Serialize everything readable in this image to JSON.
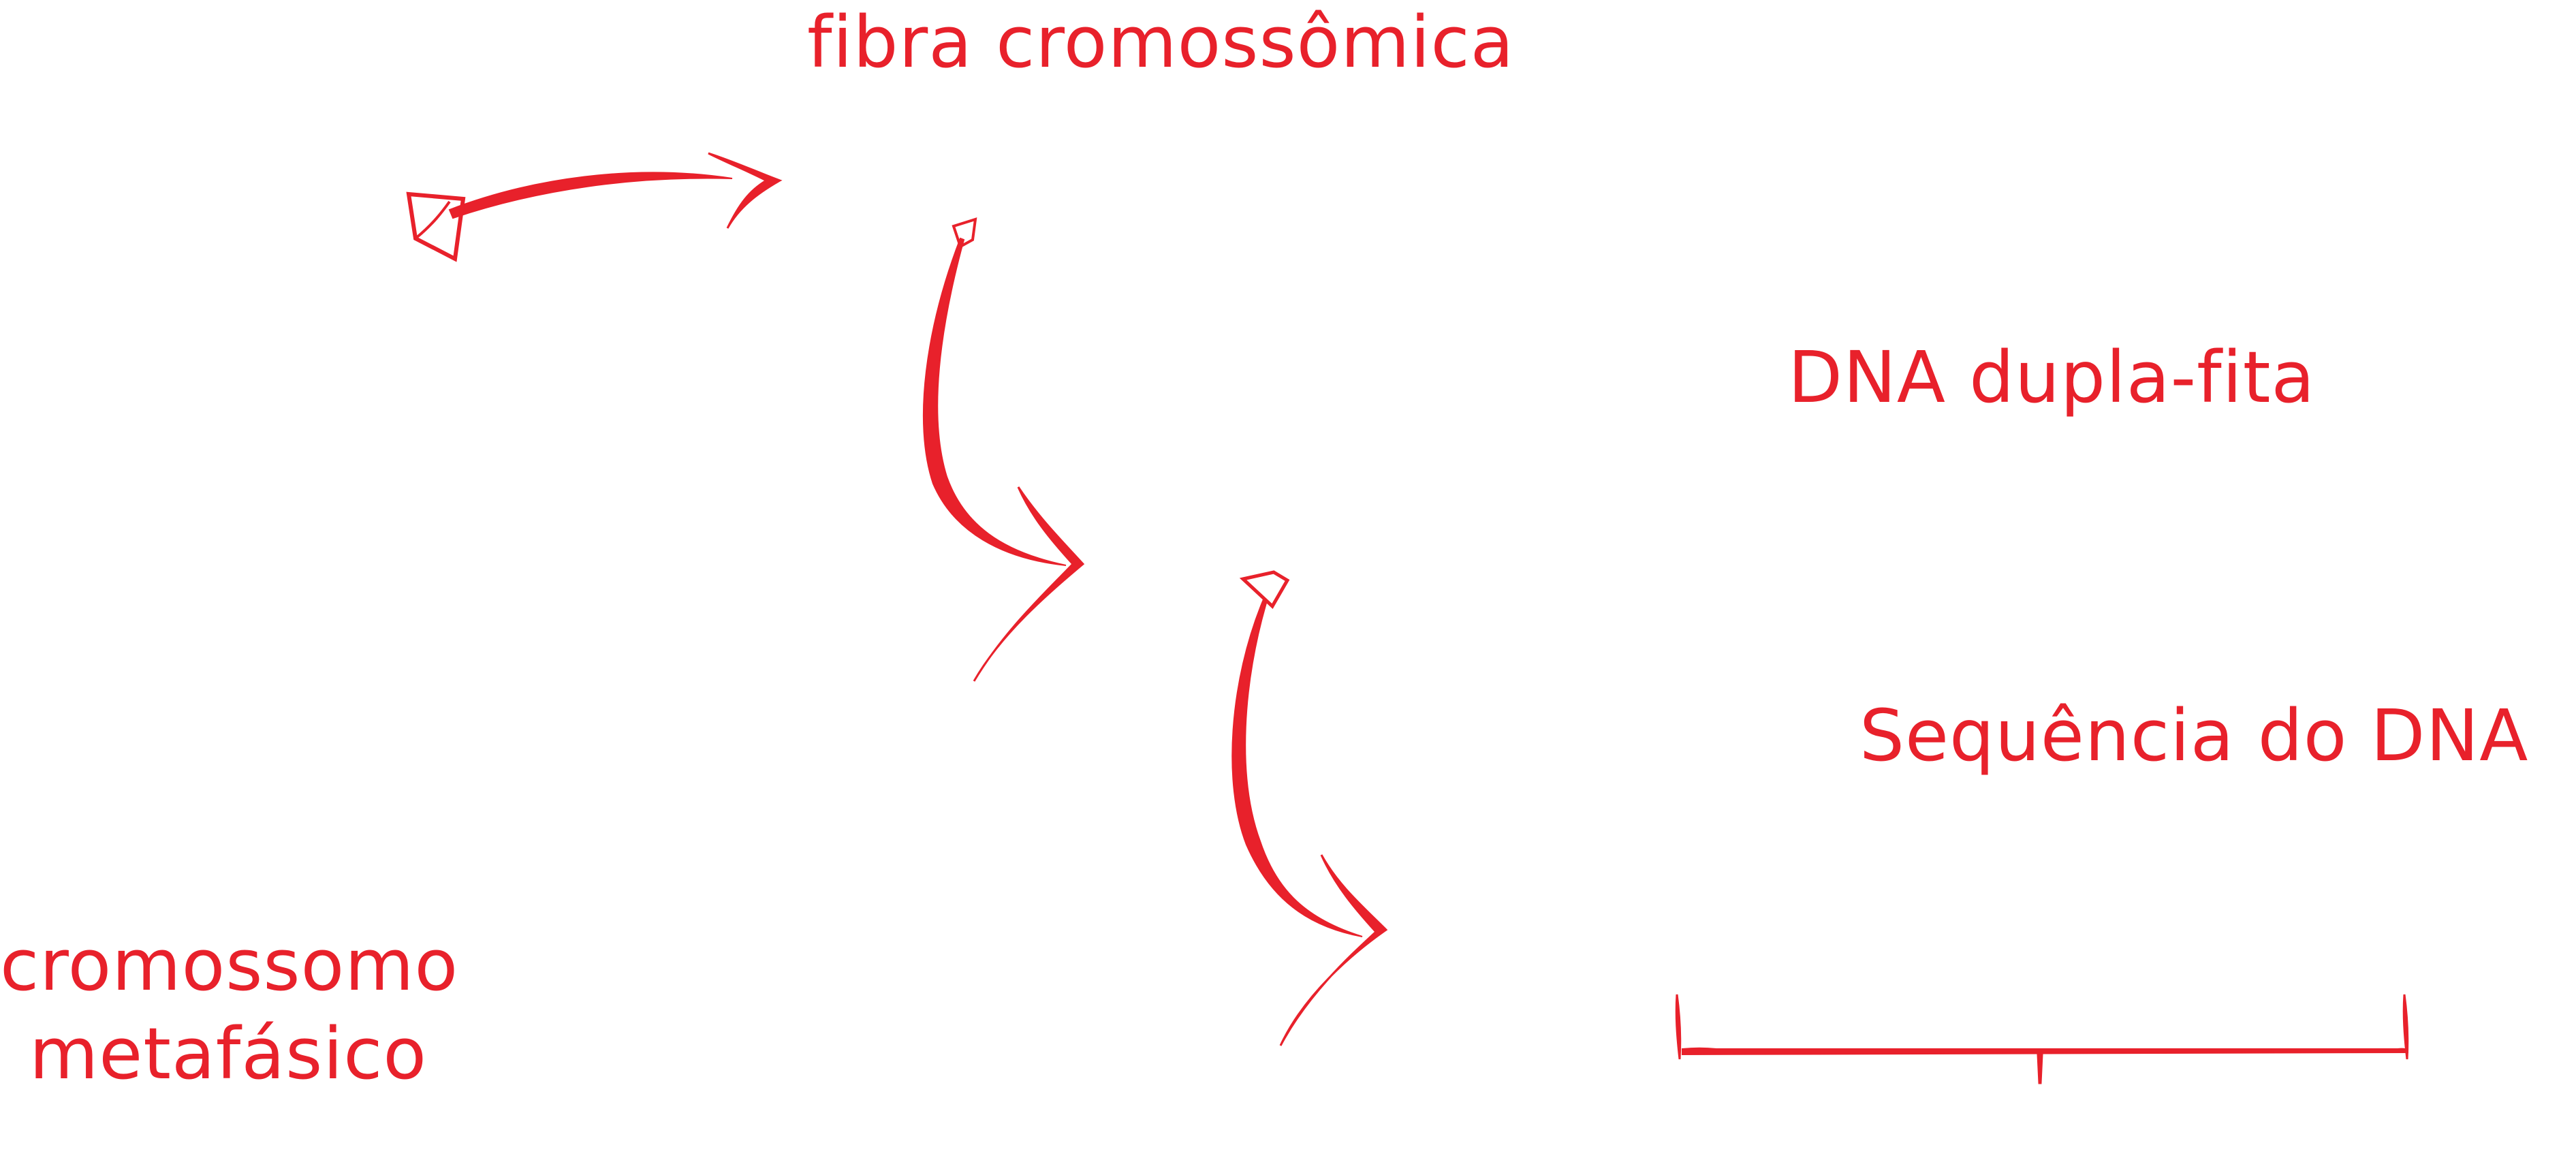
{
  "colors": {
    "accent": "#e8212b"
  },
  "labels": {
    "fibra": "fibra cromossômica",
    "dna_dupla": "DNA dupla-fita",
    "sequencia": "Sequência do DNA",
    "cromossomo_line1": "cromossomo",
    "cromossomo_line2": "metafásico"
  }
}
